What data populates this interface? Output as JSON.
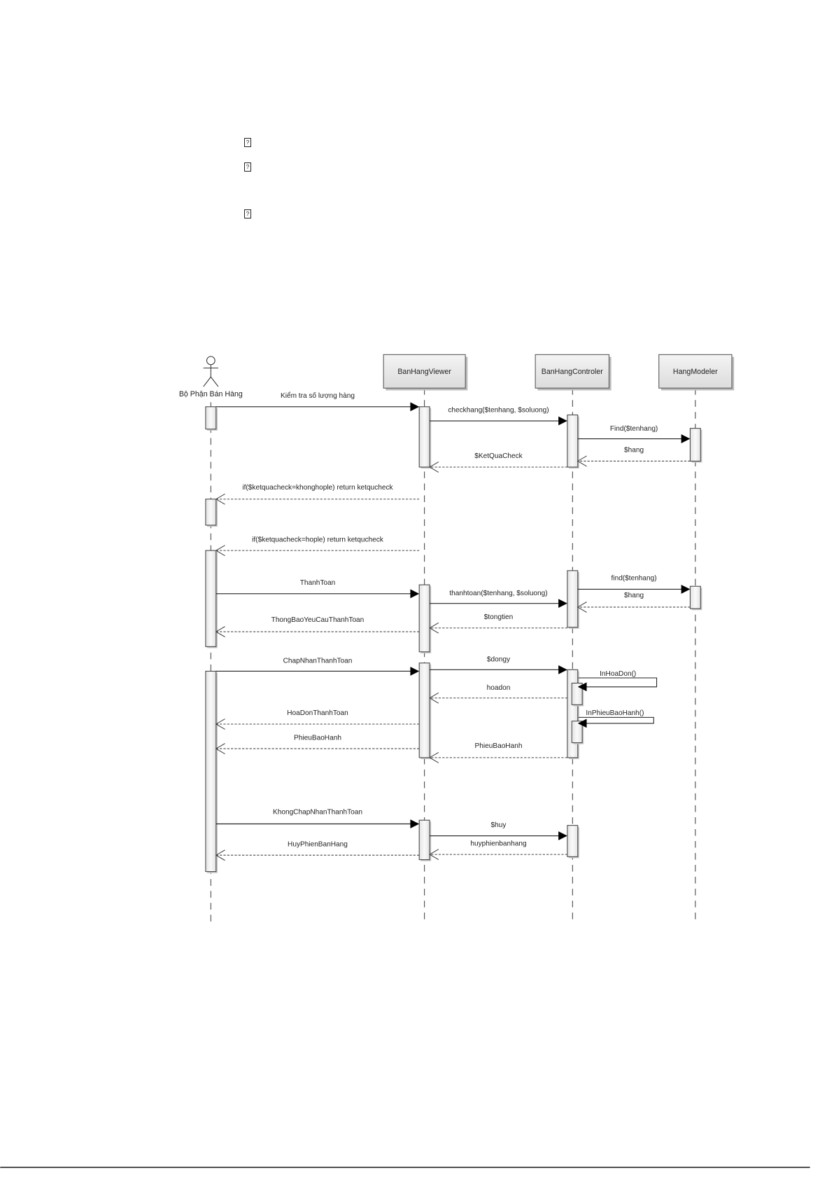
{
  "bullets": [
    "?",
    "?",
    "?"
  ],
  "diagram": {
    "actor": "Bộ Phận Bán Hàng",
    "participants": [
      "BanHangViewer",
      "BanHangControler",
      "HangModeler"
    ],
    "messages": [
      {
        "label": "Kiểm tra số lượng hàng",
        "from": "actor",
        "to": "viewer",
        "kind": "call"
      },
      {
        "label": "checkhang($tenhang, $soluong)",
        "from": "viewer",
        "to": "controller",
        "kind": "call"
      },
      {
        "label": "Find($tenhang)",
        "from": "controller",
        "to": "model",
        "kind": "call"
      },
      {
        "label": "$hang",
        "from": "model",
        "to": "controller",
        "kind": "return"
      },
      {
        "label": "$KetQuaCheck",
        "from": "controller",
        "to": "viewer",
        "kind": "return"
      },
      {
        "label": "if($ketquacheck=khonghople) return ketqucheck",
        "from": "viewer",
        "to": "actor",
        "kind": "return"
      },
      {
        "label": "if($ketquacheck=hople) return ketqucheck",
        "from": "viewer",
        "to": "actor",
        "kind": "return"
      },
      {
        "label": "ThanhToan",
        "from": "actor",
        "to": "viewer",
        "kind": "call"
      },
      {
        "label": "find($tenhang)",
        "from": "controller",
        "to": "model",
        "kind": "call"
      },
      {
        "label": "thanhtoan($tenhang, $soluong)",
        "from": "viewer",
        "to": "controller",
        "kind": "call"
      },
      {
        "label": "$hang",
        "from": "model",
        "to": "controller",
        "kind": "return"
      },
      {
        "label": "$tongtien",
        "from": "controller",
        "to": "viewer",
        "kind": "return"
      },
      {
        "label": "ThongBaoYeuCauThanhToan",
        "from": "viewer",
        "to": "actor",
        "kind": "return"
      },
      {
        "label": "ChapNhanThanhToan",
        "from": "actor",
        "to": "viewer",
        "kind": "call"
      },
      {
        "label": "$dongy",
        "from": "viewer",
        "to": "controller",
        "kind": "call"
      },
      {
        "label": "InHoaDon()",
        "from": "controller",
        "to": "controller",
        "kind": "self"
      },
      {
        "label": "hoadon",
        "from": "controller",
        "to": "viewer",
        "kind": "return"
      },
      {
        "label": "InPhieuBaoHanh()",
        "from": "controller",
        "to": "controller",
        "kind": "self"
      },
      {
        "label": "HoaDonThanhToan",
        "from": "viewer",
        "to": "actor",
        "kind": "return"
      },
      {
        "label": "PhieuBaoHanh",
        "from": "viewer",
        "to": "actor",
        "kind": "return"
      },
      {
        "label": "PhieuBaoHanh",
        "from": "controller",
        "to": "viewer",
        "kind": "return"
      },
      {
        "label": "KhongChapNhanThanhToan",
        "from": "actor",
        "to": "viewer",
        "kind": "call"
      },
      {
        "label": "$huy",
        "from": "viewer",
        "to": "controller",
        "kind": "call"
      },
      {
        "label": "huyphienbanhang",
        "from": "controller",
        "to": "viewer",
        "kind": "return"
      },
      {
        "label": "HuyPhienBanHang",
        "from": "viewer",
        "to": "actor",
        "kind": "return"
      }
    ]
  }
}
